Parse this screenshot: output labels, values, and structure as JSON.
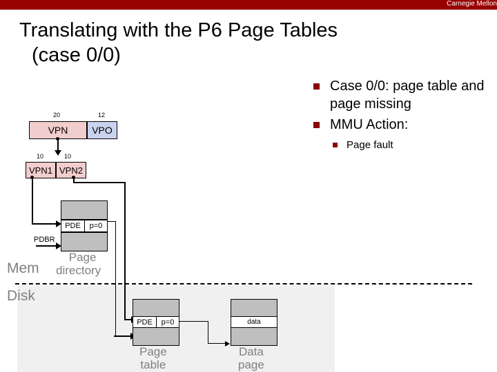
{
  "banner": {
    "text": "Carnegie Mellon"
  },
  "slide": {
    "title_line1": "Translating with the P6 Page Tables",
    "title_line2": "(case 0/0)"
  },
  "bullets": [
    {
      "level": 1,
      "text": "Case 0/0: page table and page missing"
    },
    {
      "level": 1,
      "text": "MMU Action:"
    },
    {
      "level": 2,
      "text": "Page fault"
    }
  ],
  "diagram": {
    "virtual_address": {
      "fields": [
        {
          "name": "VPN",
          "bits": "20",
          "color": "#f2cdcd"
        },
        {
          "name": "VPO",
          "bits": "12",
          "color": "#c9d2ee"
        }
      ]
    },
    "vpn_split": {
      "fields": [
        {
          "name": "VPN1",
          "bits": "10",
          "color": "#f2cdcd"
        },
        {
          "name": "VPN2",
          "bits": "10",
          "color": "#f2cdcd"
        }
      ]
    },
    "page_directory": {
      "caption_line1": "Page",
      "caption_line2": "directory",
      "entry_label": "PDE",
      "entry_flag": "p=0",
      "base_register": "PDBR"
    },
    "page_table": {
      "caption_line1": "Page",
      "caption_line2": "table",
      "entry_label": "PDE",
      "entry_flag": "p=0"
    },
    "data_page": {
      "caption_line1": "Data",
      "caption_line2": "page",
      "entry_label": "data"
    },
    "regions": {
      "memory_label": "Mem",
      "disk_label": "Disk"
    }
  },
  "colors": {
    "brand_red": "#990000",
    "bullet_square": "#8B0000",
    "memory_block": "#bfbfbf",
    "disk_backdrop": "#f0f0f0",
    "gray_text": "#808080"
  }
}
